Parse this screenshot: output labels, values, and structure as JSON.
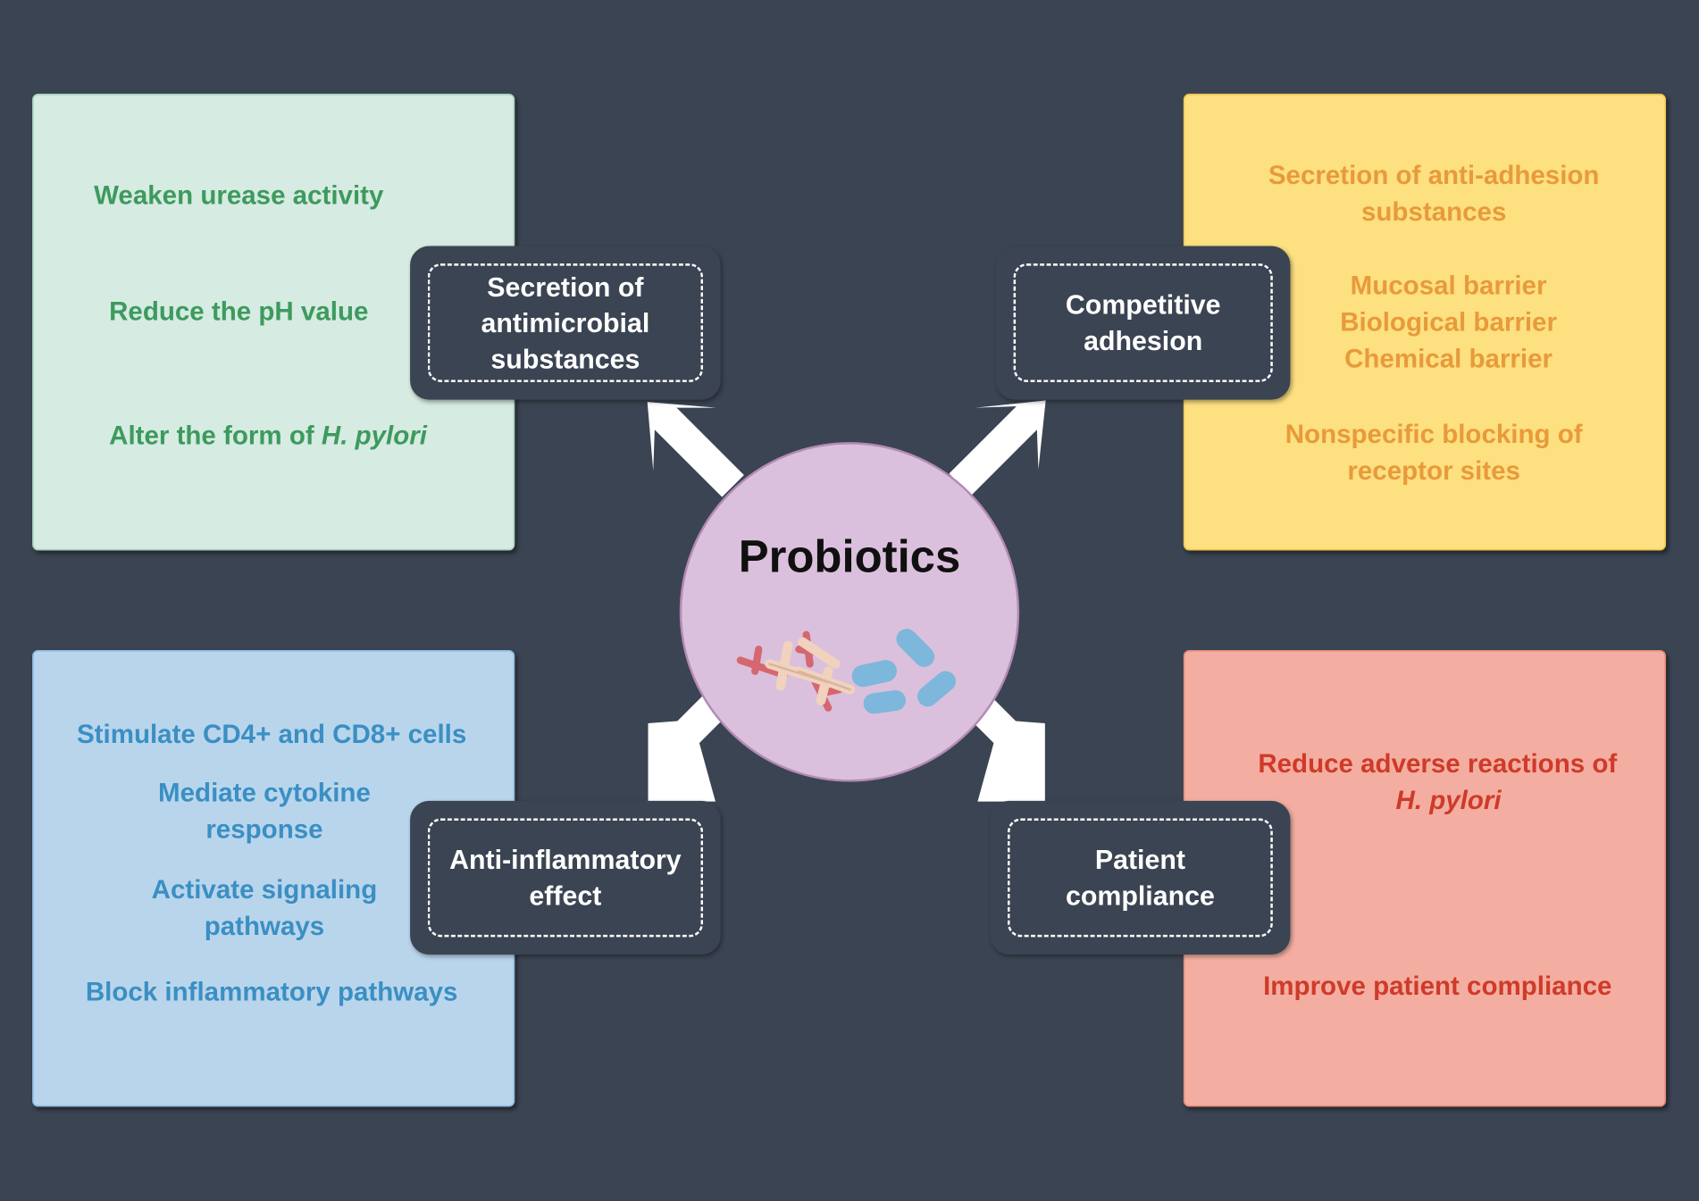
{
  "center": {
    "title": "Probiotics",
    "icon": "bacteria-icon"
  },
  "mechanisms": {
    "top_left": {
      "line1": "Secretion of",
      "line2": "antimicrobial",
      "line3": "substances"
    },
    "top_right": {
      "line1": "Competitive",
      "line2": "adhesion"
    },
    "bottom_left": {
      "line1": "Anti-inflammatory",
      "line2": "effect"
    },
    "bottom_right": {
      "line1": "Patient",
      "line2": "compliance"
    }
  },
  "panels": {
    "top_left": {
      "color": "#d6ebe1",
      "text_color": "#3d9a5e",
      "item1": "Weaken urease activity",
      "item2": "Reduce the pH value",
      "item3_prefix": "Alter the form of",
      "item3_italic": "H. pylori"
    },
    "top_right": {
      "color": "#fde080",
      "text_color": "#e89a3b",
      "item1_line1": "Secretion of anti-adhesion",
      "item1_line2": "substances",
      "item2_line1": "Mucosal barrier",
      "item2_line2": "Biological barrier",
      "item2_line3": "Chemical barrier",
      "item3_line1": "Nonspecific blocking of",
      "item3_line2": "receptor sites"
    },
    "bottom_left": {
      "color": "#b9d5ec",
      "text_color": "#3a8fc3",
      "item1": "Stimulate CD4+ and CD8+ cells",
      "item2_line1": "Mediate cytokine",
      "item2_line2": "response",
      "item3_line1": "Activate signaling",
      "item3_line2": "pathways",
      "item4": "Block inflammatory pathways"
    },
    "bottom_right": {
      "color": "#f3aea1",
      "text_color": "#cf3a29",
      "item1_line1": "Reduce adverse reactions of",
      "item1_italic": "H. pylori",
      "item2": "Improve patient compliance"
    }
  },
  "colors": {
    "background": "#3b4452",
    "center_circle": "#dac0dc",
    "arrows": "#ffffff"
  }
}
